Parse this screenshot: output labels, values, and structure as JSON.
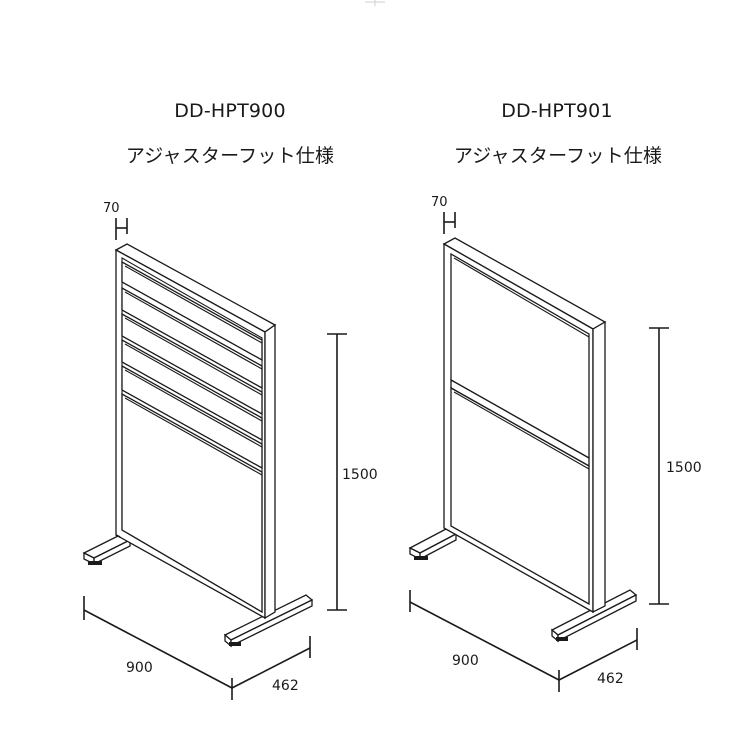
{
  "products": [
    {
      "model": "DD-HPT900",
      "spec": "アジャスターフット仕様",
      "dims": {
        "frame": "70",
        "height": "1500",
        "width": "900",
        "depth": "462"
      }
    },
    {
      "model": "DD-HPT901",
      "spec": "アジャスターフット仕様",
      "dims": {
        "frame": "70",
        "height": "1500",
        "width": "900",
        "depth": "462"
      }
    }
  ]
}
